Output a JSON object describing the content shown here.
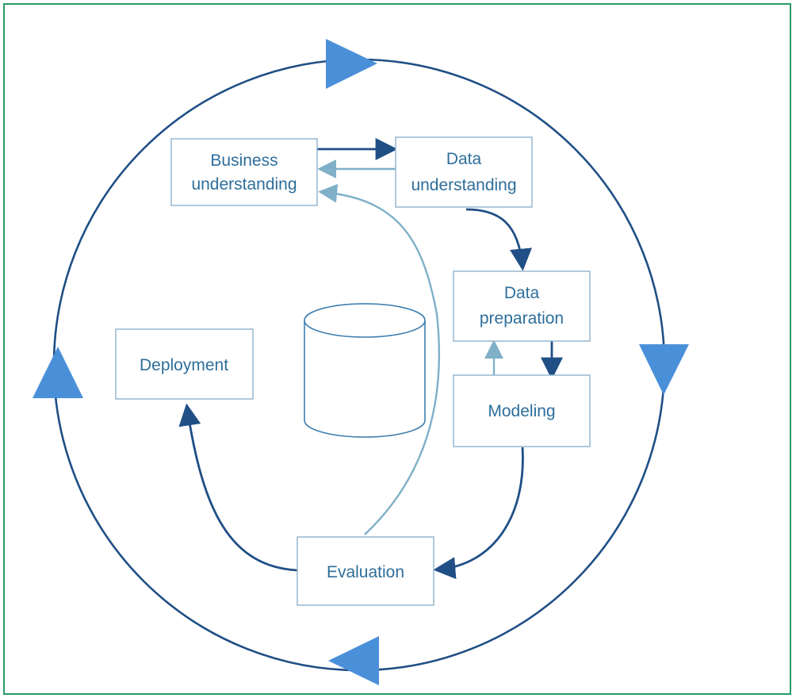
{
  "colors": {
    "frame_border": "#2b9a6a",
    "cycle": "#1f4f85",
    "cycle_triangles": "#4a90d9",
    "dark_arrow": "#1f4f85",
    "light_arrow": "#7fb0c8",
    "box_border": "#8fb2cc",
    "box_text": "#2d6e9b",
    "database": "#3e7fb0"
  },
  "nodes": {
    "business_understanding": {
      "line1": "Business",
      "line2": "understanding"
    },
    "data_understanding": {
      "line1": "Data",
      "line2": "understanding"
    },
    "data_preparation": {
      "line1": "Data",
      "line2": "preparation"
    },
    "modeling": {
      "label": "Modeling"
    },
    "evaluation": {
      "label": "Evaluation"
    },
    "deployment": {
      "label": "Deployment"
    }
  }
}
